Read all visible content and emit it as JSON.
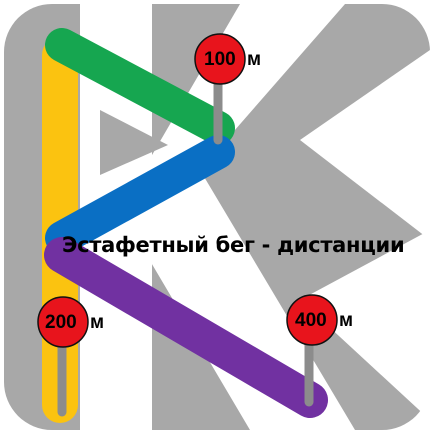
{
  "title": "Эстафетный бег - дистанции",
  "markers": {
    "m100": {
      "value": "100",
      "unit": "м"
    },
    "m200": {
      "value": "200",
      "unit": "м"
    },
    "m400": {
      "value": "400",
      "unit": "м"
    }
  },
  "colors": {
    "background_tile": "#a8a8a8",
    "yellow_track": "#fbc310",
    "green_track": "#16a650",
    "blue_track": "#0a6fc4",
    "purple_track": "#7131a1",
    "marker_red": "#e8141c",
    "marker_pole": "#8c8c8c"
  }
}
